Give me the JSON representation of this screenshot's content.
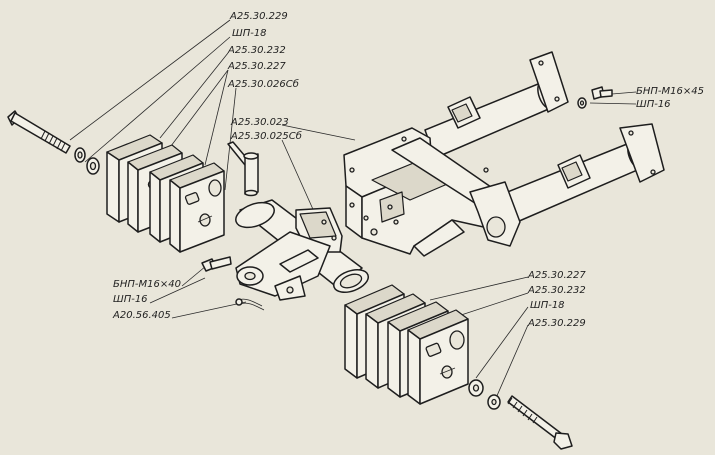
{
  "labels": {
    "top_washer_part": "А25.30.229",
    "top_lock_washer": "ШП-18",
    "top_plate_232": "А25.30.232",
    "top_plate_227": "А25.30.227",
    "top_pin": "А25.30.026Сб",
    "frame_part": "А25.30.023",
    "bracket_part": "А25.30.025Сб",
    "right_bolt": "БНП-М16×45",
    "right_lock_washer": "ШП-16",
    "left_bolt": "БНП-М16×40",
    "left_lock_washer": "ШП-16",
    "cotter_pin": "А20.56.405",
    "bottom_plate_227": "А25.30.227",
    "bottom_plate_232": "А25.30.232",
    "bottom_lock_washer": "ШП-18",
    "bottom_washer_part": "А25.30.229"
  }
}
